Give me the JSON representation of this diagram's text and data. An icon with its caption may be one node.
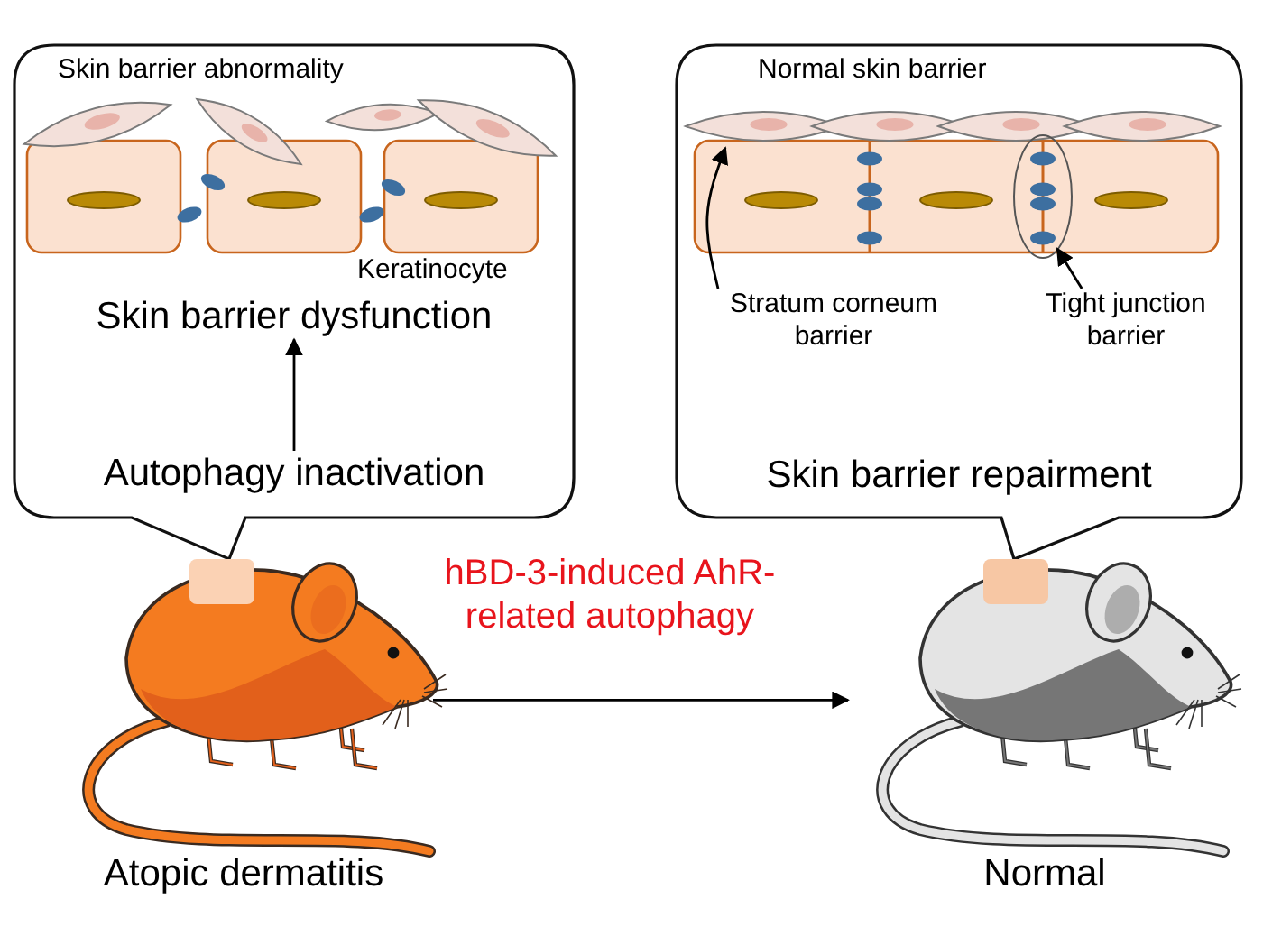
{
  "diagram": {
    "nodes": [
      {
        "text": [
          "Skin barrier abnormality",
          "Keratinocyte"
        ]
      },
      {
        "text": [
          "Skin barrier dysfunction"
        ],
        "in": 0
      },
      {
        "text": [
          "Autophagy inactivation"
        ],
        "in": 0
      },
      {
        "text": [
          "Normal skin barrier",
          "Skin barrier repairment"
        ]
      },
      {
        "text": [
          "Stratum corneum barrier"
        ],
        "in": 3
      },
      {
        "text": [
          "Tight junction barrier"
        ],
        "in": 3
      },
      {
        "text": [
          "Atopic dermatitis"
        ]
      },
      {
        "text": [
          "Normal"
        ]
      }
    ],
    "edges": [
      {
        "from": 2,
        "to": 1,
        "arrow": "to"
      },
      {
        "from": 4,
        "to": null,
        "arrow": "to"
      },
      {
        "from": 5,
        "to": null,
        "arrow": "to"
      },
      {
        "from": 6,
        "to": 7,
        "arrow": "to",
        "label": "hBD-3-induced AhR-related autophagy",
        "color": "#000000"
      }
    ]
  }
}
